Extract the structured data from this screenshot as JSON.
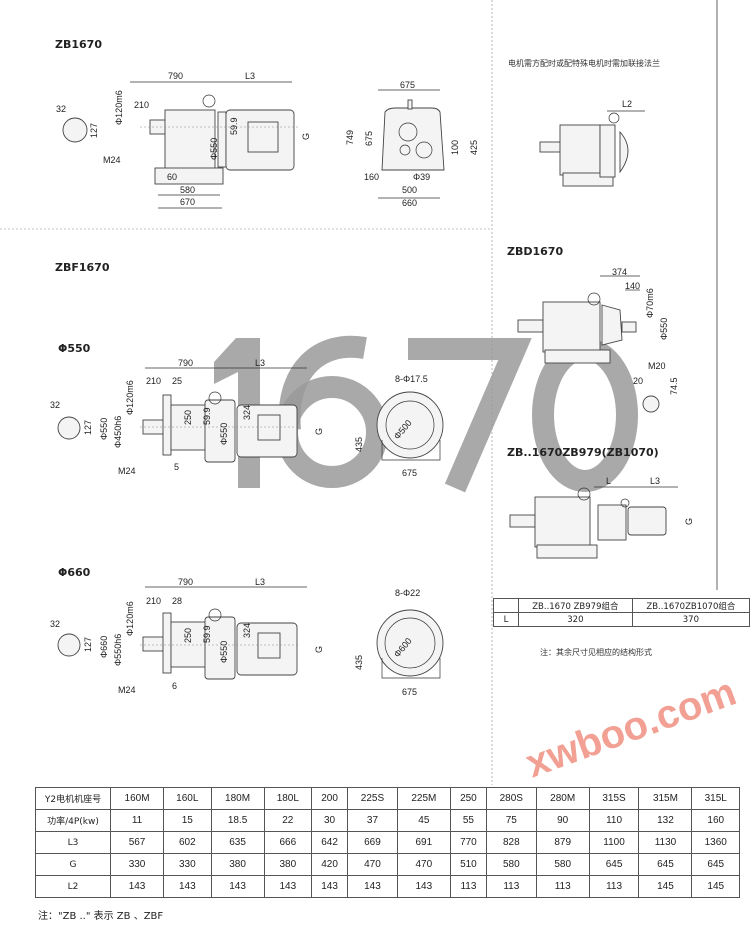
{
  "watermark_number": "1670",
  "site_watermark": "xwboo.com",
  "zb1670": {
    "title": "ZB1670",
    "d790": "790",
    "l3": "L3",
    "d210": "210",
    "shaft": "Φ120m6",
    "d32": "32",
    "d127": "127",
    "m24": "M24",
    "d60": "60",
    "d580": "580",
    "d670": "670",
    "d550": "Φ550",
    "d599": "59.9",
    "g": "G",
    "e675": "675",
    "e749": "749",
    "e675v": "675",
    "e100": "100",
    "e425": "425",
    "e160": "160",
    "e39": "Φ39",
    "e500": "500",
    "e660": "660"
  },
  "flange": {
    "note": "电机需方配时或配特殊电机时需加联接法兰",
    "l2": "L2"
  },
  "zbd1670": {
    "title": "ZBD1670",
    "d374": "374",
    "d140": "140",
    "shaft": "Φ70m6",
    "d550": "Φ550",
    "m20": "M20",
    "d20": "20",
    "d745": "74.5"
  },
  "zbf1670": {
    "title": "ZBF1670",
    "p550": {
      "title": "Φ550",
      "d790": "790",
      "l3": "L3",
      "d210": "210",
      "d25": "25",
      "shaft": "Φ120m6",
      "d32": "32",
      "d127": "127",
      "flange": "Φ550",
      "spigot": "Φ450h6",
      "d250": "250",
      "d599": "59.9",
      "d550": "Φ550",
      "d324": "324",
      "g": "G",
      "m24": "M24",
      "d5": "5",
      "holes": "8-Φ17.5",
      "pcd": "Φ500",
      "d435": "435",
      "d675": "675"
    },
    "p660": {
      "title": "Φ660",
      "d790": "790",
      "l3": "L3",
      "d210": "210",
      "d28": "28",
      "shaft": "Φ120m6",
      "d32": "32",
      "d127": "127",
      "flange": "Φ660",
      "spigot": "Φ550h6",
      "d250": "250",
      "d599": "59.9",
      "d550": "Φ550",
      "d324": "324",
      "g": "G",
      "m24": "M24",
      "d6": "6",
      "holes": "8-Φ22",
      "pcd": "Φ600",
      "d435": "435",
      "d675": "675"
    }
  },
  "combo": {
    "title": "ZB..1670ZB979(ZB1070)",
    "l": "L",
    "l3": "L3",
    "g": "G",
    "table": {
      "header": [
        "",
        "ZB..1670  ZB979组合",
        "ZB..1670ZB1070组合"
      ],
      "row": [
        "L",
        "320",
        "370"
      ]
    },
    "note": "注：其余尺寸见相应的结构形式"
  },
  "spec_table": {
    "rows": [
      {
        "label": "Y2电机机座号",
        "values": [
          "160M",
          "160L",
          "180M",
          "180L",
          "200",
          "225S",
          "225M",
          "250",
          "280S",
          "280M",
          "315S",
          "315M",
          "315L"
        ]
      },
      {
        "label": "功率/4P(kw)",
        "values": [
          "11",
          "15",
          "18.5",
          "22",
          "30",
          "37",
          "45",
          "55",
          "75",
          "90",
          "110",
          "132",
          "160"
        ]
      },
      {
        "label": "L3",
        "values": [
          "567",
          "602",
          "635",
          "666",
          "642",
          "669",
          "691",
          "770",
          "828",
          "879",
          "1100",
          "1130",
          "1360"
        ]
      },
      {
        "label": "G",
        "values": [
          "330",
          "330",
          "380",
          "380",
          "420",
          "470",
          "470",
          "510",
          "580",
          "580",
          "645",
          "645",
          "645"
        ]
      },
      {
        "label": "L2",
        "values": [
          "143",
          "143",
          "143",
          "143",
          "143",
          "143",
          "143",
          "113",
          "113",
          "113",
          "113",
          "145",
          "145"
        ]
      }
    ]
  },
  "footnote": "注：\"ZB ..\" 表示 ZB 、ZBF"
}
